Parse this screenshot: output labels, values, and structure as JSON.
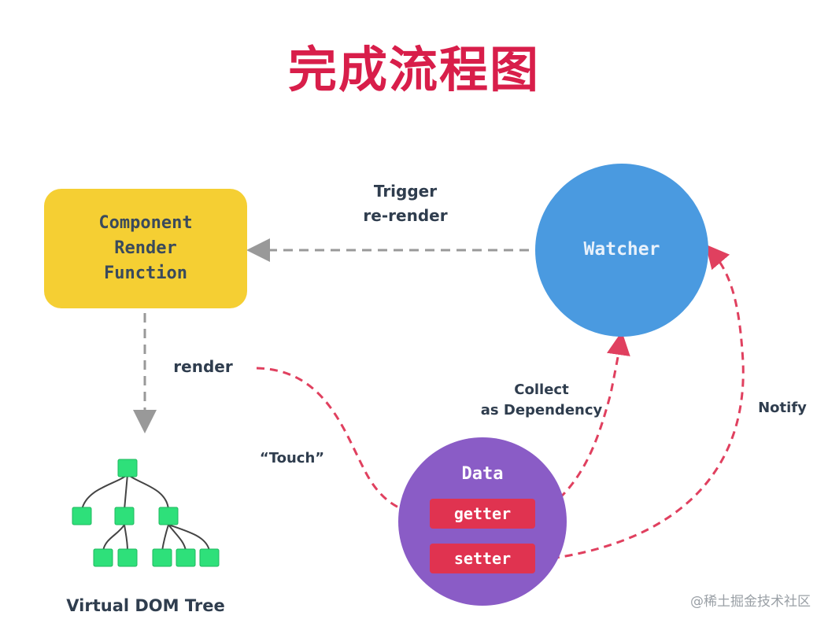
{
  "title": "完成流程图",
  "nodes": {
    "component": "Component\nRender\nFunction",
    "watcher": "Watcher",
    "data": "Data",
    "getter": "getter",
    "setter": "setter",
    "virtual_dom": "Virtual DOM Tree"
  },
  "edges": {
    "trigger": "Trigger\nre-render",
    "render": "render",
    "touch": "“Touch”",
    "collect": "Collect\nas Dependency",
    "notify": "Notify"
  },
  "watermark": "@稀土掘金技术社区",
  "colors": {
    "title": "#d81e4a",
    "component_box": "#f5cf33",
    "watcher_circle": "#4a9ae0",
    "data_circle": "#8a5cc6",
    "accessor_pill": "#e03350",
    "dom_node": "#2ee07a",
    "red_arrow": "#e0405f",
    "gray_arrow": "#999999"
  }
}
